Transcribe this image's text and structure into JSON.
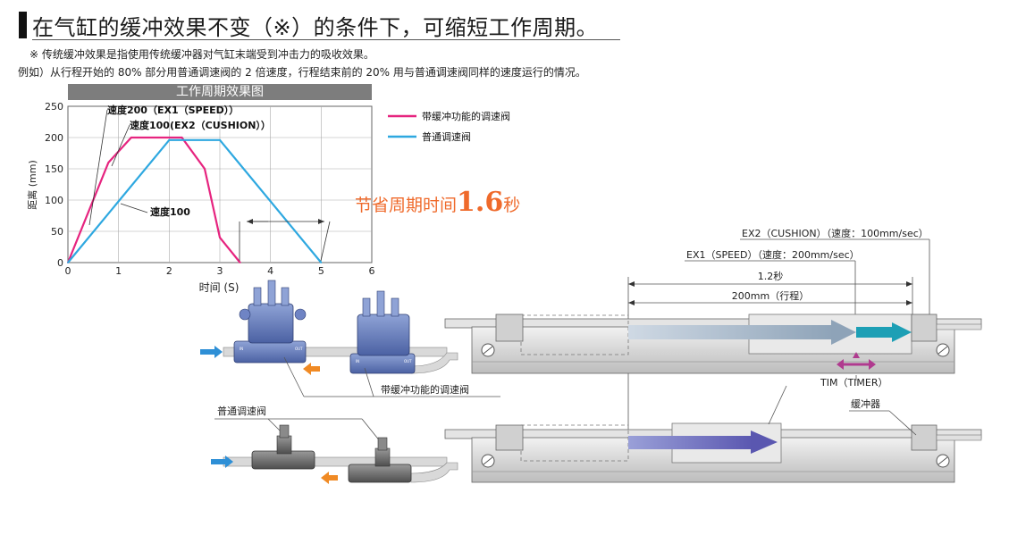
{
  "header": {
    "title": "在气缸的缓冲效果不变（※）的条件下，可缩短工作周期。",
    "note1": "※ 传统缓冲效果是指使用传统缓冲器对气缸末端受到冲击力的吸收效果。",
    "note2": "例如）从行程开始的 80% 部分用普通调速阀的 2 倍速度，行程结束前的 20% 用与普通调速阀同样的速度运行的情况。"
  },
  "chart_header": "工作周期效果图",
  "chart_data": {
    "type": "line",
    "xlabel": "时间 (S)",
    "ylabel": "距离 (mm)",
    "xlim": [
      0,
      6
    ],
    "ylim": [
      0,
      250
    ],
    "x_ticks": [
      "0",
      "1",
      "2",
      "3",
      "4",
      "5",
      "6"
    ],
    "y_ticks": [
      "0",
      "50",
      "100",
      "150",
      "200",
      "250"
    ],
    "grid": true,
    "legend_position": "right",
    "series": [
      {
        "name": "带缓冲功能的调速阀",
        "color": "#e6247f",
        "points": [
          [
            0,
            0
          ],
          [
            0.8,
            160
          ],
          [
            1.25,
            200
          ],
          [
            2.25,
            200
          ],
          [
            2.7,
            150
          ],
          [
            3.0,
            40
          ],
          [
            3.4,
            0
          ]
        ]
      },
      {
        "name": "普通调速阀",
        "color": "#2ea8e0",
        "points": [
          [
            0,
            0
          ],
          [
            2.0,
            196
          ],
          [
            3.0,
            196
          ],
          [
            5.0,
            0
          ]
        ]
      }
    ],
    "annotations": {
      "speed200": "速度200（EX1（SPEED））",
      "speed100_cushion": "速度100(EX2（CUSHION））",
      "speed100": "速度100"
    }
  },
  "savings": {
    "prefix": "节省周期时间",
    "value": "1.6",
    "unit": "秒"
  },
  "diagram": {
    "ex2_label": "EX2（CUSHION）（速度：100mm/sec）",
    "ex1_label": "EX1（SPEED）（速度：200mm/sec）",
    "time_label": "1.2秒",
    "stroke_label": "200mm（行程）",
    "cushion_valve_label": "带缓冲功能的调速阀",
    "tim_label": "TIM（TIMER）",
    "buffer_label": "缓冲器",
    "normal_valve_label": "普通调速阀",
    "in_label": "IN",
    "out_label": "OUT"
  }
}
